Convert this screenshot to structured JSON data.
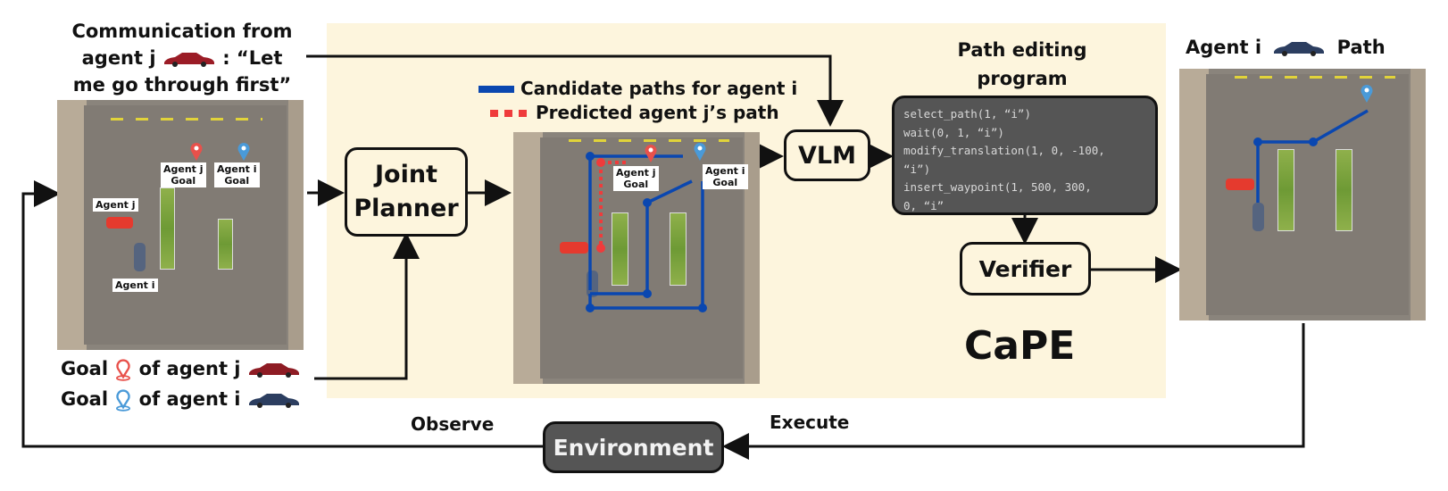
{
  "title": "CaPE",
  "communication": {
    "line1": "Communication from",
    "line2_pre": "agent j",
    "line2_post": ": “Let",
    "line3": "me go through first”"
  },
  "left_map": {
    "tags": {
      "agent_j": "Agent j",
      "agent_i": "Agent i",
      "agent_j_goal": "Agent j\nGoal",
      "agent_i_goal": "Agent i\nGoal"
    }
  },
  "goals": {
    "goal_j": {
      "prefix": "Goal",
      "suffix": "of agent j",
      "pin_color": "#e8514b",
      "car_color": "#8e1c24"
    },
    "goal_i": {
      "prefix": "Goal",
      "suffix": "of agent i",
      "pin_color": "#4a9ad8",
      "car_color": "#2c3e60"
    }
  },
  "joint_planner": {
    "line1": "Joint",
    "line2": "Planner"
  },
  "legend": {
    "candidate": {
      "label": "Candidate paths for agent i",
      "color": "#0a47b0"
    },
    "predicted": {
      "label": "Predicted agent j’s path",
      "color": "#ef3b3b"
    }
  },
  "middle_map": {
    "tags": {
      "agent_j_goal": "Agent j\nGoal",
      "agent_i_goal": "Agent i\nGoal"
    }
  },
  "vlm": {
    "label": "VLM"
  },
  "program": {
    "heading_line1": "Path editing",
    "heading_line2": "program",
    "lines": [
      "select_path(1, “i”)",
      "wait(0, 1, “i”)",
      "modify_translation(1, 0, -100,",
      "“i”)",
      "insert_waypoint(1, 500, 300,",
      "0, “i”"
    ]
  },
  "verifier": {
    "label": "Verifier"
  },
  "cape_label": "CaPE",
  "output": {
    "pre": "Agent i",
    "post": "Path"
  },
  "environment": {
    "label": "Environment",
    "observe": "Observe",
    "execute": "Execute"
  },
  "colors": {
    "cape_bg": "#fdf5dd",
    "dark_box": "#555555",
    "path_blue": "#0a47b0",
    "path_red": "#ef3b3b"
  }
}
